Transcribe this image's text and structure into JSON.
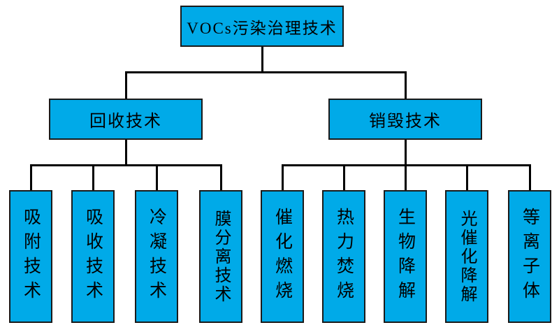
{
  "diagram": {
    "root": {
      "label": "VOCs污染治理技术"
    },
    "branches": [
      {
        "label": "回收技术"
      },
      {
        "label": "销毁技术"
      }
    ],
    "leaves": [
      {
        "label": "吸附技术"
      },
      {
        "label": "吸收技术"
      },
      {
        "label": "冷凝技术"
      },
      {
        "label": "膜分离技术"
      },
      {
        "label": "催化燃烧"
      },
      {
        "label": "热力焚烧"
      },
      {
        "label": "生物降解"
      },
      {
        "label": "光催化降解"
      },
      {
        "label": "等离子体"
      }
    ],
    "colors": {
      "box_fill": "#00AAE8",
      "box_border": "#1A1A1A",
      "connector": "#000000",
      "text": "#000000"
    }
  }
}
